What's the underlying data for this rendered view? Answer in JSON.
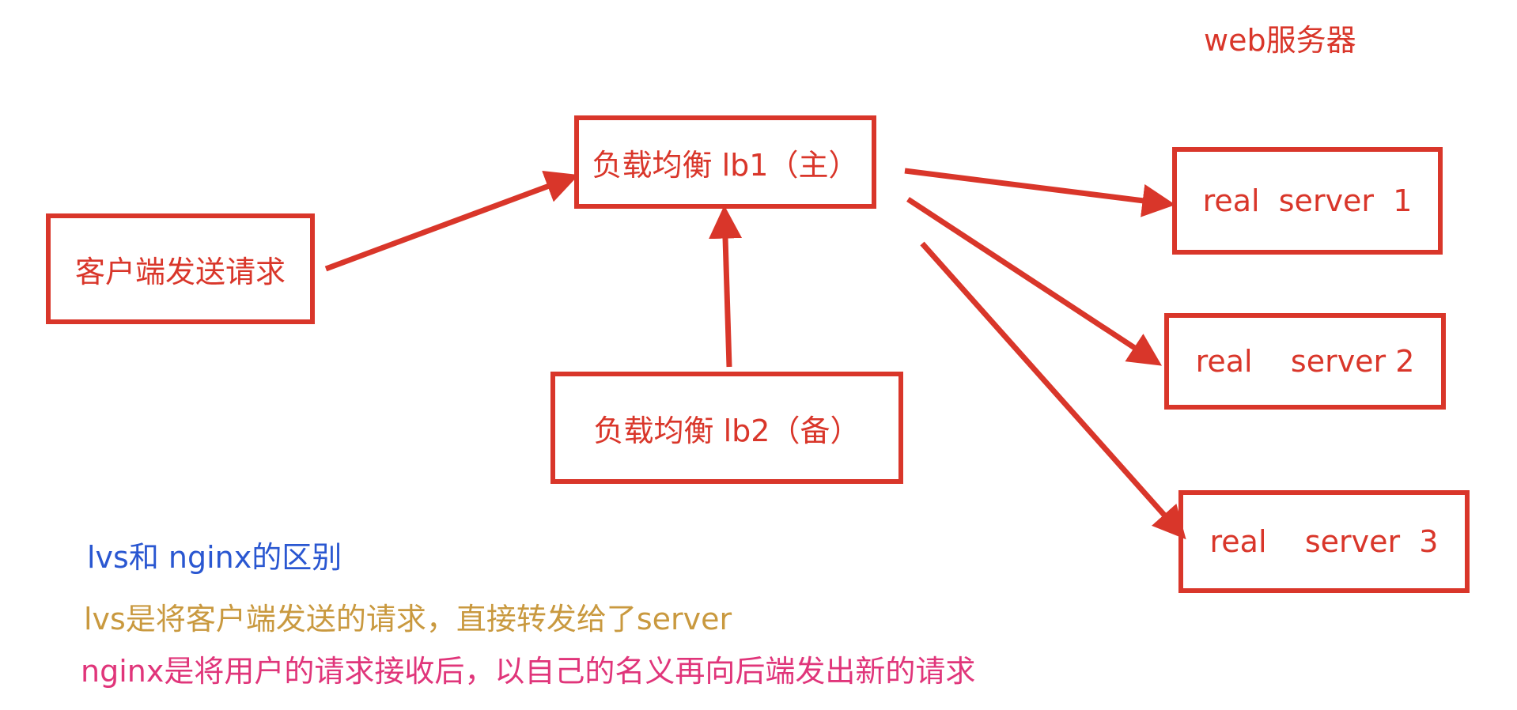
{
  "colors": {
    "accent": "#d9362a",
    "blue": "#2a57d1",
    "gold": "#c9993f",
    "pink": "#e0357a"
  },
  "diagram": {
    "web_group_label": "web服务器",
    "nodes": {
      "client": "客户端发送请求",
      "lb1": "负载均衡 lb1（主）",
      "lb2": "负载均衡 lb2（备）",
      "rs1": "real  server  1",
      "rs2": "real    server 2",
      "rs3": "real    server  3"
    },
    "edges": [
      {
        "from": "client",
        "to": "lb1"
      },
      {
        "from": "lb2",
        "to": "lb1"
      },
      {
        "from": "lb1",
        "to": "rs1"
      },
      {
        "from": "lb1",
        "to": "rs2"
      },
      {
        "from": "lb1",
        "to": "rs3"
      }
    ]
  },
  "notes": {
    "title": "lvs和 nginx的区别",
    "lvs": "lvs是将客户端发送的请求，直接转发给了server",
    "nginx": "nginx是将用户的请求接收后，以自己的名义再向后端发出新的请求"
  }
}
